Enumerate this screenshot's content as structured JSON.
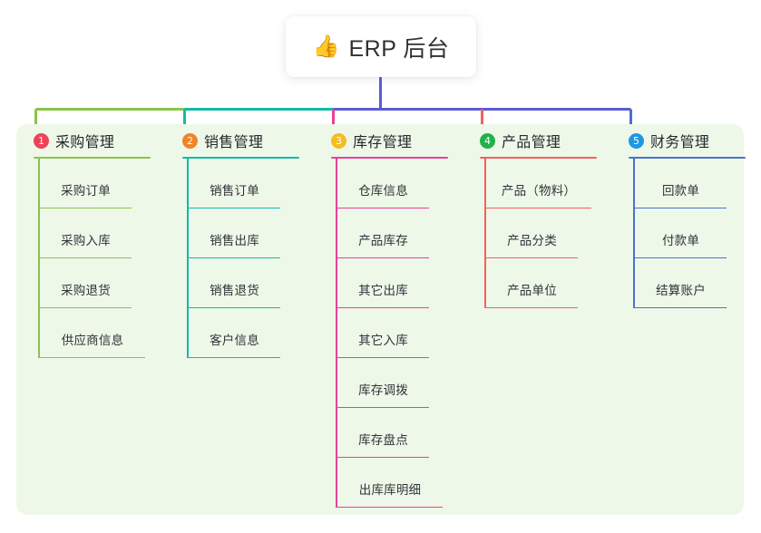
{
  "title": {
    "emoji": "👍",
    "icon_name": "thumbs-up-icon",
    "text": "ERP 后台"
  },
  "theme": {
    "board_bg": "#eef8e9",
    "page_bg": "#ffffff",
    "title_text": "#2f3136",
    "trunk_line": "#5b5bd6"
  },
  "columns": [
    {
      "number": "1",
      "title": "采购管理",
      "badge_color": "#ec4359",
      "line_color": "#8bc34a",
      "items": [
        {
          "label": "采购订单"
        },
        {
          "label": "采购入库"
        },
        {
          "label": "采购退货"
        },
        {
          "label": "供应商信息"
        }
      ]
    },
    {
      "number": "2",
      "title": "销售管理",
      "badge_color": "#f0842a",
      "line_color": "#11bba6",
      "items": [
        {
          "label": "销售订单"
        },
        {
          "label": "销售出库"
        },
        {
          "label": "销售退货"
        },
        {
          "label": "客户信息"
        }
      ]
    },
    {
      "number": "3",
      "title": "库存管理",
      "badge_color": "#f5bd22",
      "line_color": "#e8419b",
      "items": [
        {
          "label": "仓库信息"
        },
        {
          "label": "产品库存"
        },
        {
          "label": "其它出库"
        },
        {
          "label": "其它入库"
        },
        {
          "label": "库存调拨"
        },
        {
          "label": "库存盘点"
        },
        {
          "label": "出库库明细"
        }
      ]
    },
    {
      "number": "4",
      "title": "产品管理",
      "badge_color": "#22b14c",
      "line_color": "#f4605f",
      "items": [
        {
          "label": "产品（物料）"
        },
        {
          "label": "产品分类"
        },
        {
          "label": "产品单位"
        }
      ]
    },
    {
      "number": "5",
      "title": "财务管理",
      "badge_color": "#2196e3",
      "line_color": "#4a72d0",
      "items": [
        {
          "label": "回款单"
        },
        {
          "label": "付款单"
        },
        {
          "label": "结算账户"
        }
      ]
    }
  ]
}
